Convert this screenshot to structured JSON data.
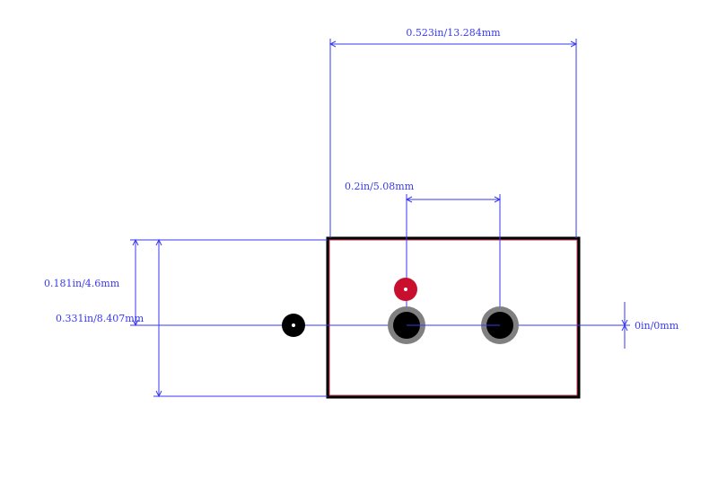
{
  "dimensions": {
    "width_label": "0.523in/13.284mm",
    "pitch_label": "0.2in/5.08mm",
    "height_label": "0.331in/8.407mm",
    "offset_label": "0.181in/4.6mm",
    "zero_label": "0in/0mm"
  },
  "colors": {
    "dimension": "#3a3af0",
    "outline": "#000000",
    "courtyard": "#c0304a",
    "pad_ring": "#808080",
    "pad_hole": "#000000",
    "pin1_marker": "#c8102e"
  }
}
